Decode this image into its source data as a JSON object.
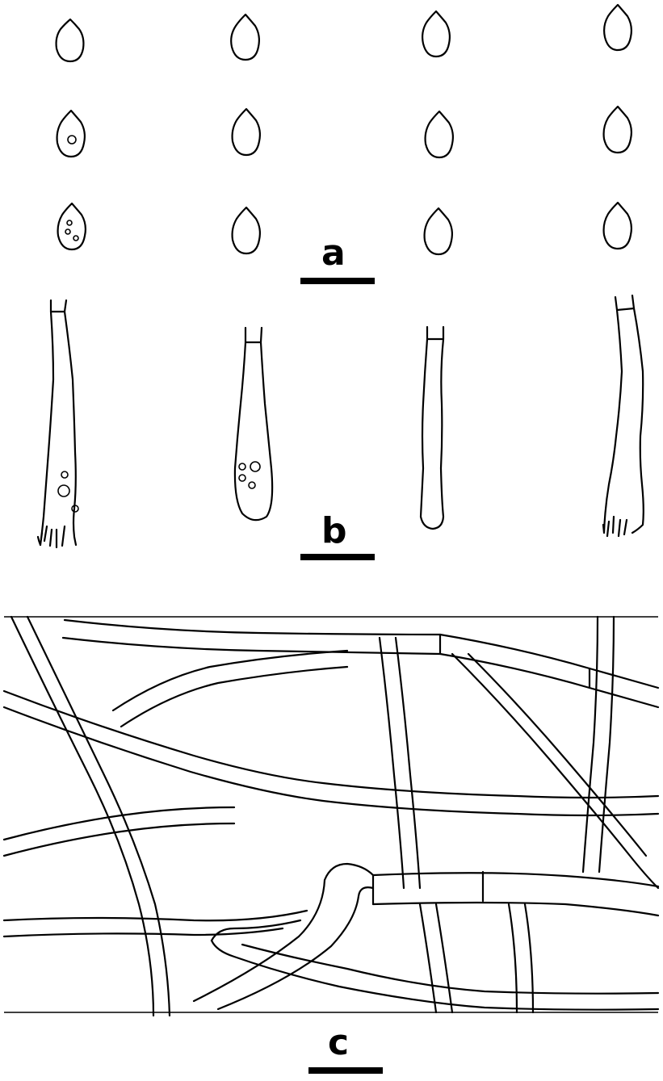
{
  "figure": {
    "panels": [
      {
        "id": "a",
        "label": "a"
      },
      {
        "id": "b",
        "label": "b"
      },
      {
        "id": "c",
        "label": "c"
      }
    ],
    "colors": {
      "ink": "#000000",
      "background": "#ffffff"
    }
  }
}
